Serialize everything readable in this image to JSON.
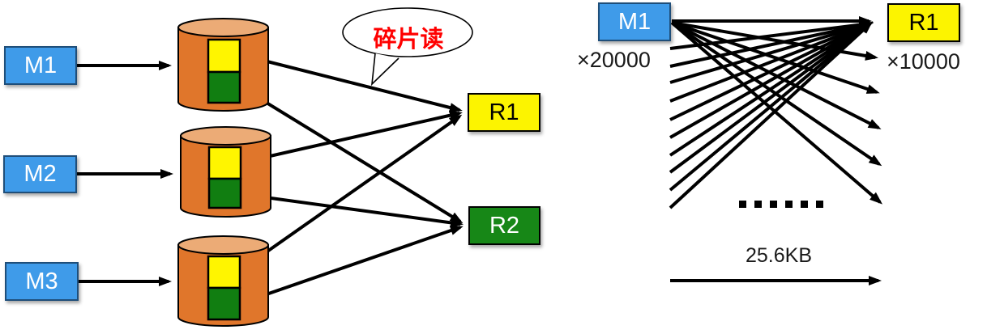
{
  "colors": {
    "blue": "#3F9BE9",
    "blue_border": "#1F4E79",
    "yellow": "#FCF400",
    "yellow_shard": "#FFF500",
    "green": "#178717",
    "green_shard": "#117E11",
    "cylinder": "#E0762B",
    "cylinder_top": "#ECAB76",
    "red": "#FF0000",
    "line": "#000000",
    "text": "#1A1A1A"
  },
  "left_diagram": {
    "sources": [
      {
        "label": "M1"
      },
      {
        "label": "M2"
      },
      {
        "label": "M3"
      }
    ],
    "shard_stores": [
      {
        "shards": [
          "yellow-shard",
          "green-shard"
        ]
      },
      {
        "shards": [
          "yellow-shard",
          "green-shard"
        ]
      },
      {
        "shards": [
          "yellow-shard",
          "green-shard"
        ]
      }
    ],
    "receivers": [
      {
        "label": "R1"
      },
      {
        "label": "R2"
      }
    ],
    "callout": {
      "text": "碎片读"
    }
  },
  "right_diagram": {
    "source": {
      "label": "M1",
      "count_label": "×20000"
    },
    "receiver": {
      "label": "R1",
      "count_label": "×10000"
    },
    "ellipsis_dots": 6,
    "bandwidth_label": "25.6KB"
  }
}
